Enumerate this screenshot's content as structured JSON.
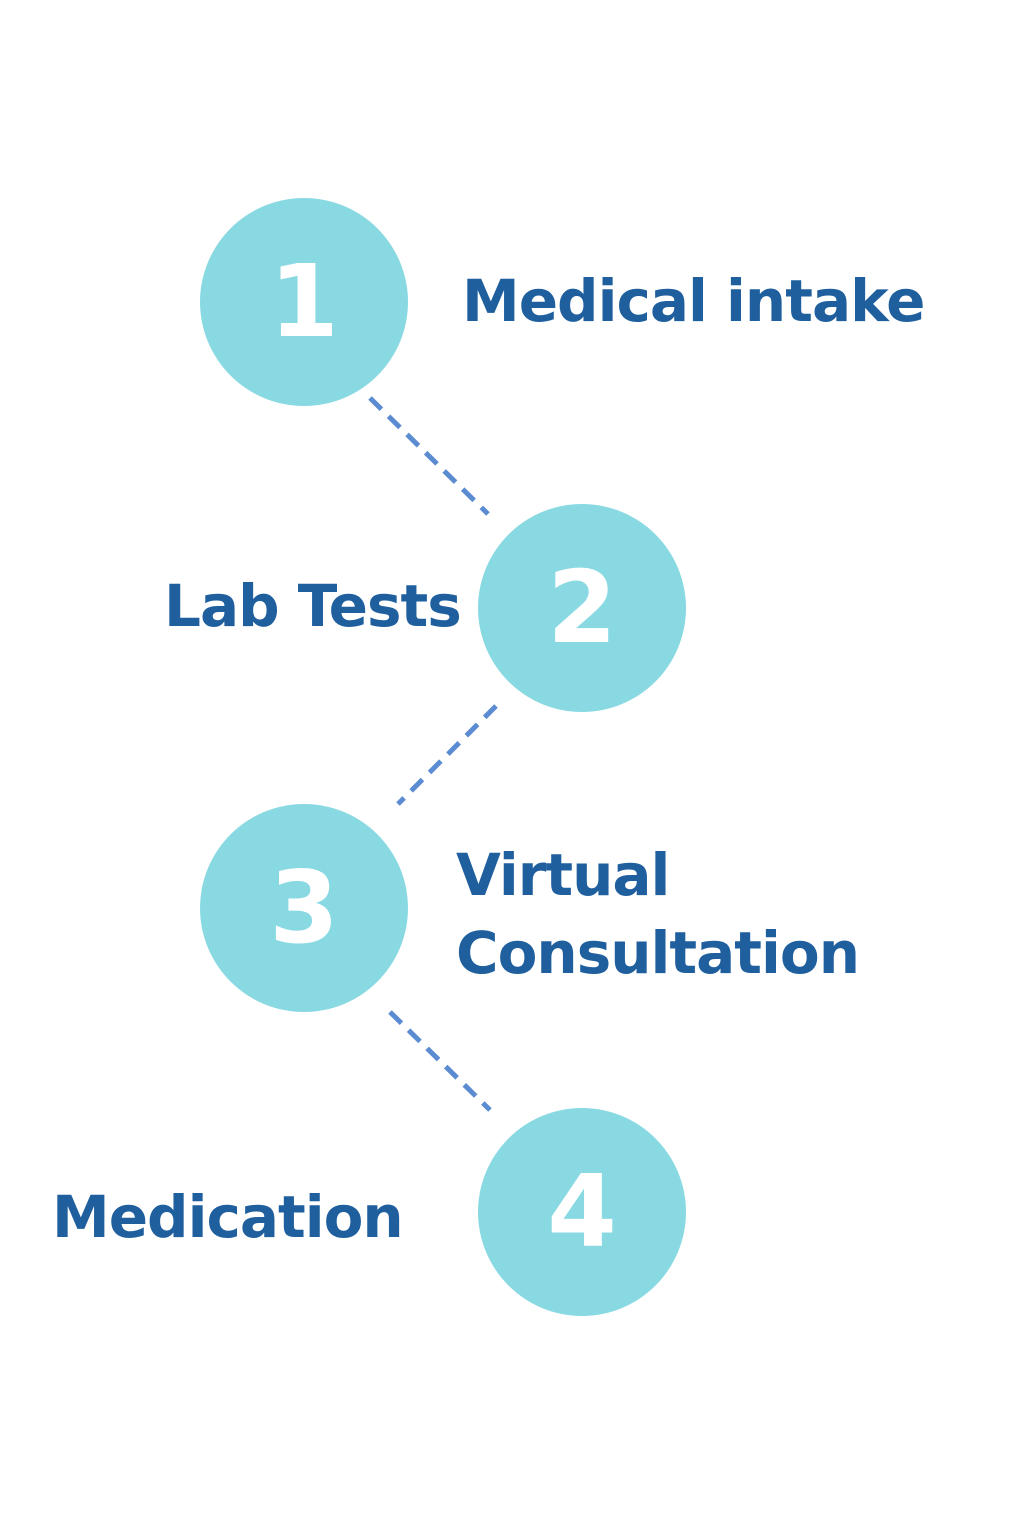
{
  "steps": [
    {
      "number": "1",
      "label": "Medical intake"
    },
    {
      "number": "2",
      "label": "Lab Tests"
    },
    {
      "number": "3",
      "label_line1": "Virtual",
      "label_line2": "Consultation"
    },
    {
      "number": "4",
      "label": "Medication"
    }
  ],
  "colors": {
    "circle_fill": "#89d9e3",
    "label_text": "#1f5f9e",
    "connector": "#5b8bd0",
    "number_text": "#ffffff"
  }
}
